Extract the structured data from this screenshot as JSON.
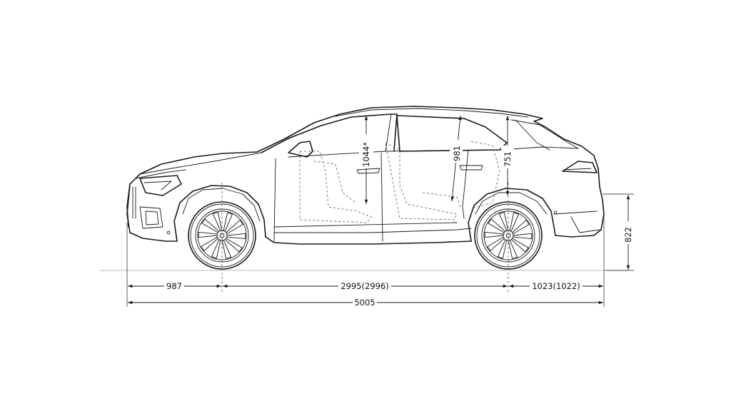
{
  "dimensions": {
    "front_overhang": "987",
    "wheelbase": "2995(2996)",
    "rear_overhang": "1023(1022)",
    "overall_length": "5005",
    "height_822": "822",
    "front_headroom": "1044*",
    "rear_headroom": "981",
    "rear_ground_751": "751"
  },
  "colors": {
    "line": "#1a1a1a",
    "ground": "#bdbdbd",
    "background": "#ffffff"
  }
}
